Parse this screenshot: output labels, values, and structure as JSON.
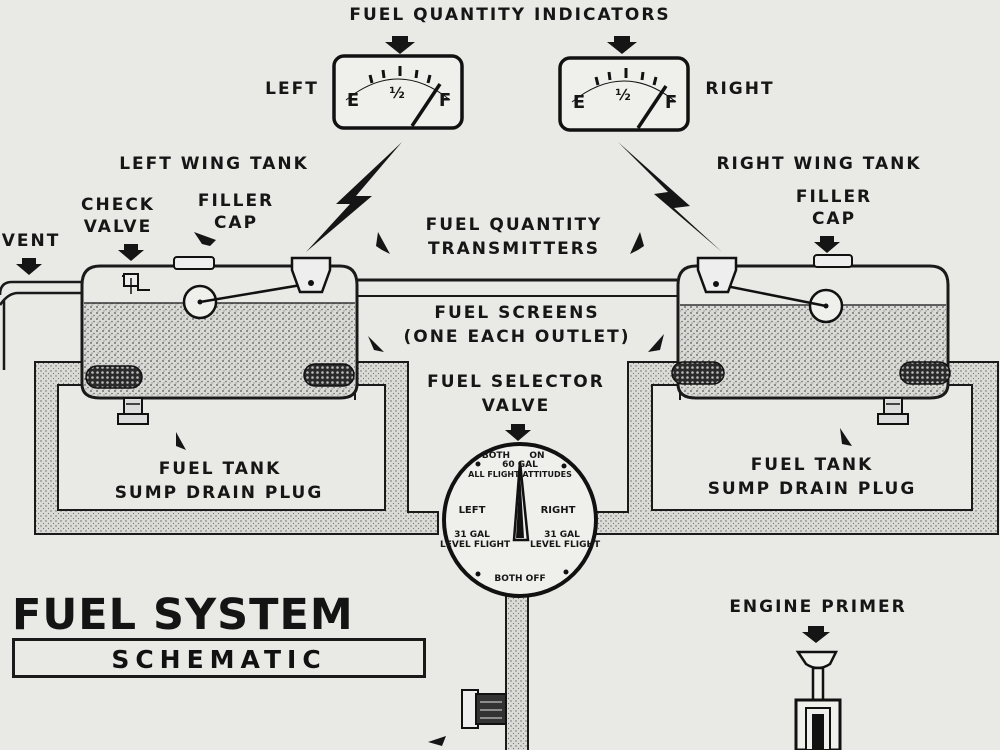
{
  "indicators": {
    "heading": "FUEL QUANTITY INDICATORS",
    "left": "LEFT",
    "right": "RIGHT",
    "gauge_empty": "E",
    "gauge_half": "½",
    "gauge_full": "F"
  },
  "tanks": {
    "left_wing_tank": "LEFT WING TANK",
    "right_wing_tank": "RIGHT WING TANK",
    "check_valve": [
      "CHECK",
      "VALVE"
    ],
    "filler_cap": [
      "FILLER",
      "CAP"
    ],
    "vent": "VENT",
    "transmitters": [
      "FUEL QUANTITY",
      "TRANSMITTERS"
    ],
    "screens": [
      "FUEL SCREENS",
      "(ONE EACH OUTLET)"
    ],
    "sump": [
      "FUEL TANK",
      "SUMP DRAIN PLUG"
    ]
  },
  "selector": {
    "label": [
      "FUEL SELECTOR",
      "VALVE"
    ],
    "both_on": "BOTH",
    "on": "ON",
    "sixty_gal": "60 GAL",
    "all_flight": "ALL FLIGHT ATTITUDES",
    "left": "LEFT",
    "right": "RIGHT",
    "gal31_left": [
      "31 GAL",
      "LEVEL FLIGHT"
    ],
    "gal31_right": [
      "31 GAL",
      "LEVEL FLIGHT"
    ],
    "both_off": "BOTH OFF"
  },
  "primer": {
    "label": "ENGINE PRIMER"
  },
  "title": {
    "main": "FUEL SYSTEM",
    "sub": "SCHEMATIC"
  },
  "colors": {
    "paper": "#e9e9e6",
    "ink": "#161616",
    "stipple": "#8a8a88"
  }
}
